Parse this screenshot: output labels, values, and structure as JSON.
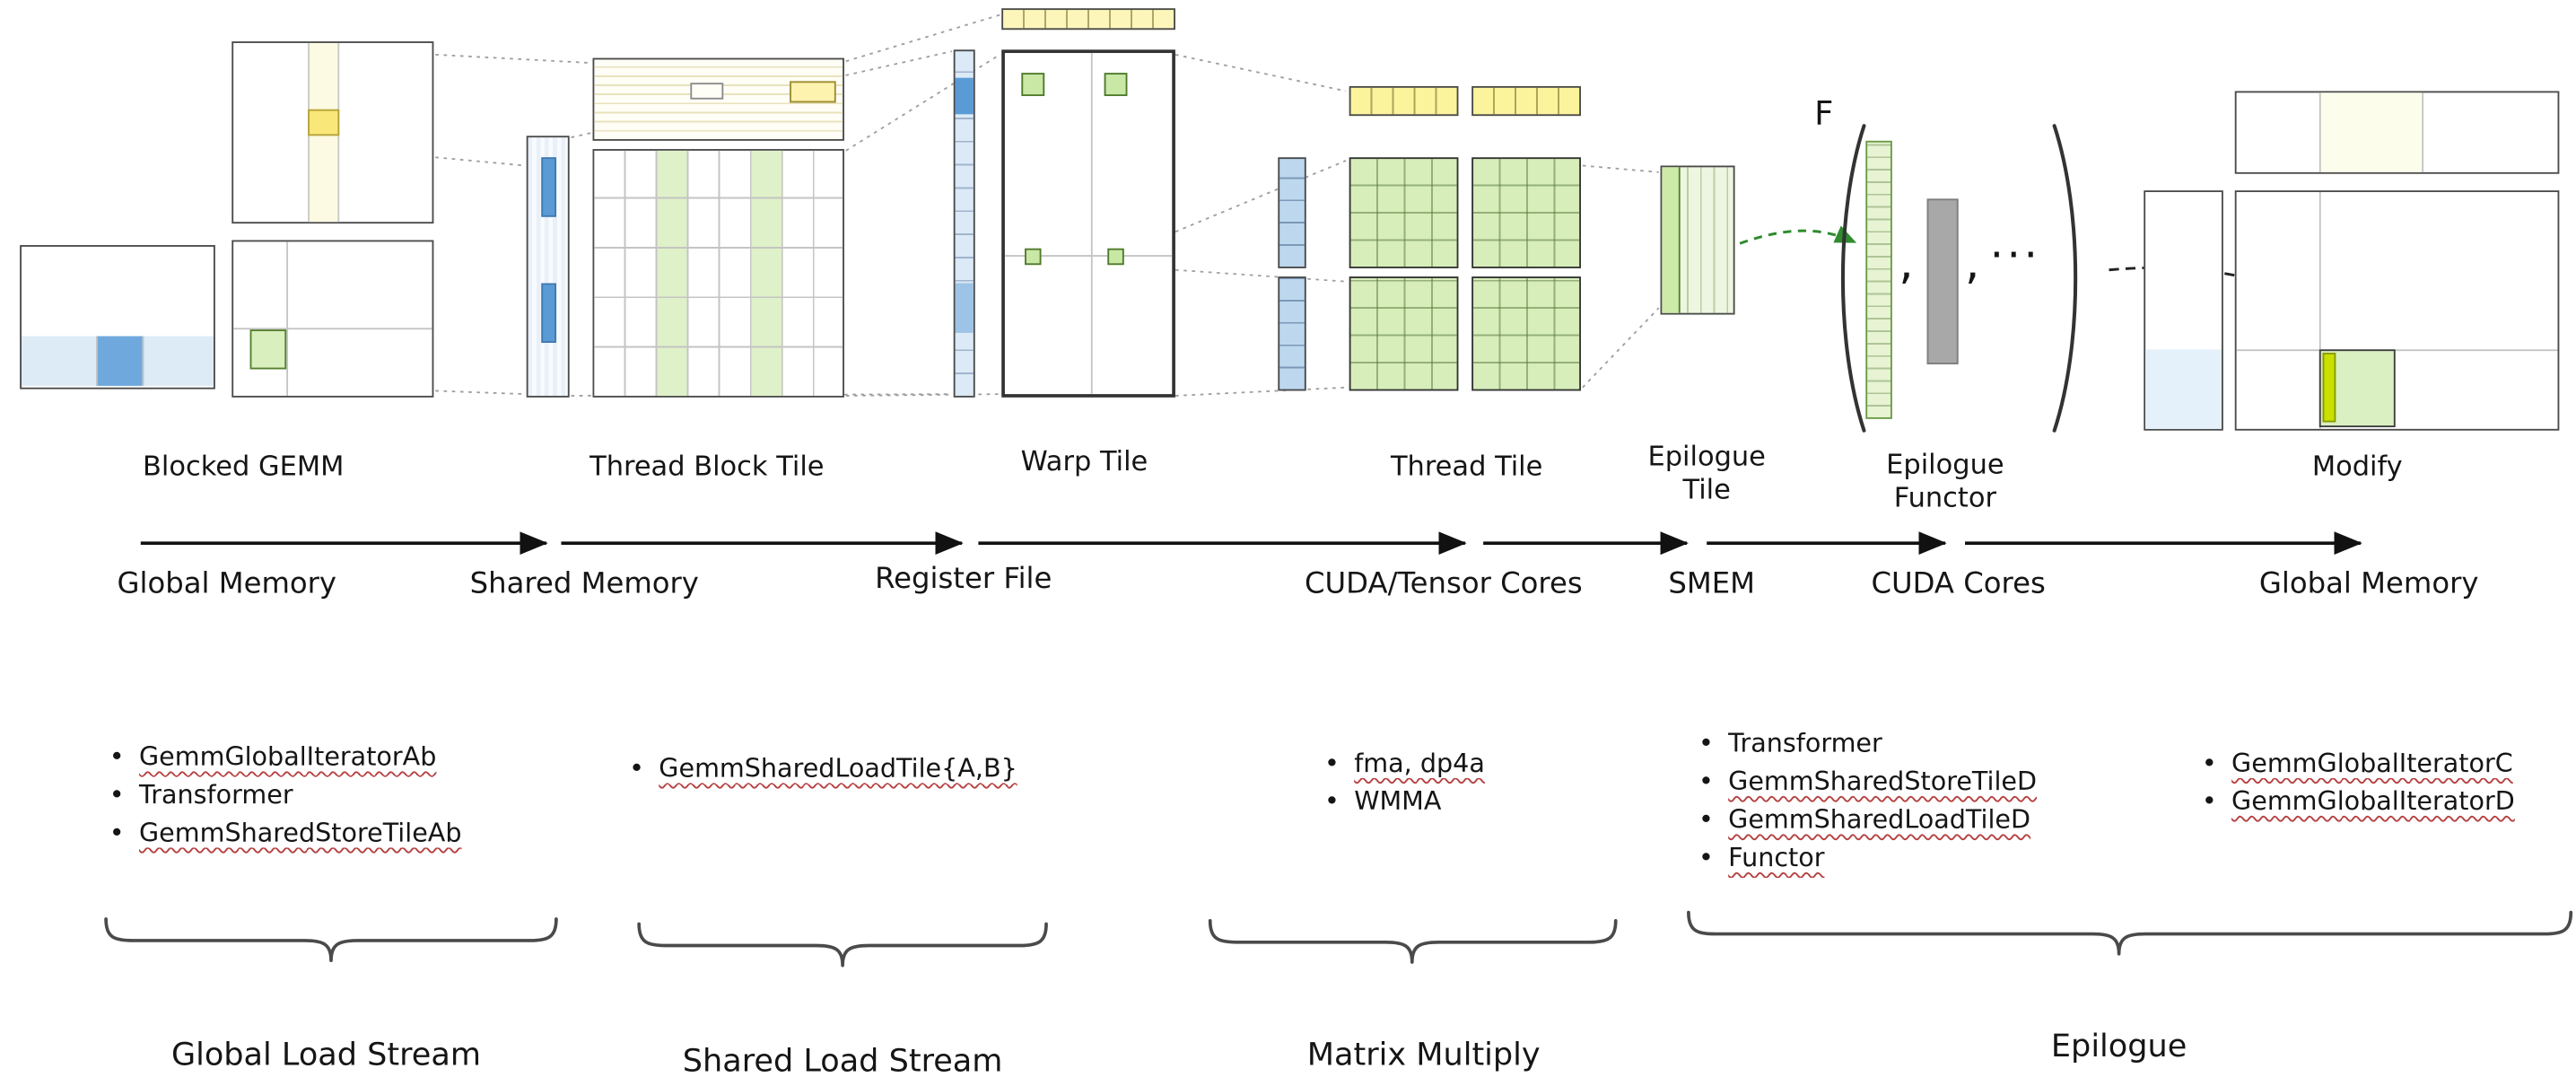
{
  "tiles": {
    "blocked_gemm": {
      "label": "Blocked GEMM"
    },
    "thread_block_tile": {
      "label": "Thread Block Tile"
    },
    "warp_tile": {
      "label": "Warp Tile"
    },
    "thread_tile": {
      "label": "Thread Tile"
    },
    "epilogue_tile": {
      "label_line1": "Epilogue",
      "label_line2": "Tile"
    },
    "epilogue_functor": {
      "label_line1": "Epilogue",
      "label_line2": "Functor",
      "functor_symbol": "F",
      "comma": ",",
      "ellipsis": "···"
    },
    "modify": {
      "label": "Modify"
    }
  },
  "pipeline": {
    "stages": [
      {
        "label": "Global Memory"
      },
      {
        "label": "Shared Memory"
      },
      {
        "label": "Register File"
      },
      {
        "label": "CUDA/Tensor Cores"
      },
      {
        "label": "SMEM"
      },
      {
        "label": "CUDA Cores"
      },
      {
        "label": "Global Memory"
      }
    ]
  },
  "lists": [
    {
      "items": [
        {
          "text": "GemmGlobalIteratorAb",
          "underlined": true
        },
        {
          "text": "Transformer",
          "underlined": false
        },
        {
          "text": "GemmSharedStoreTileAb",
          "underlined": true
        }
      ]
    },
    {
      "items": [
        {
          "text": "GemmSharedLoadTile{A,B}",
          "underlined": true
        }
      ]
    },
    {
      "items": [
        {
          "text": "fma, dp4a",
          "underlined": true
        },
        {
          "text": "WMMA",
          "underlined": false
        }
      ]
    },
    {
      "items": [
        {
          "text": "Transformer",
          "underlined": false
        },
        {
          "text": "GemmSharedStoreTileD",
          "underlined": true
        },
        {
          "text": "GemmSharedLoadTileD",
          "underlined": true
        },
        {
          "text": "Functor",
          "underlined": true
        }
      ]
    },
    {
      "items": [
        {
          "text": "GemmGlobalIteratorC",
          "underlined": true
        },
        {
          "text": "GemmGlobalIteratorD",
          "underlined": true
        }
      ]
    }
  ],
  "streams": [
    {
      "label": "Global Load Stream"
    },
    {
      "label": "Shared Load Stream"
    },
    {
      "label": "Matrix Multiply"
    },
    {
      "label": "Epilogue"
    }
  ],
  "colors": {
    "highlight_yellow": "#fae779",
    "light_yellow": "#fcf6bb",
    "pale_yellow": "#fffef6",
    "light_green": "#d9efbe",
    "green_band": "#dff1c8",
    "light_blue": "#ddebf7",
    "accent_blue": "#5b9bd5",
    "operand_gray": "#a8a8a8",
    "dashed_green_arrow": "#2e8b2e",
    "chartreuse_highlight": "#c9e000"
  }
}
